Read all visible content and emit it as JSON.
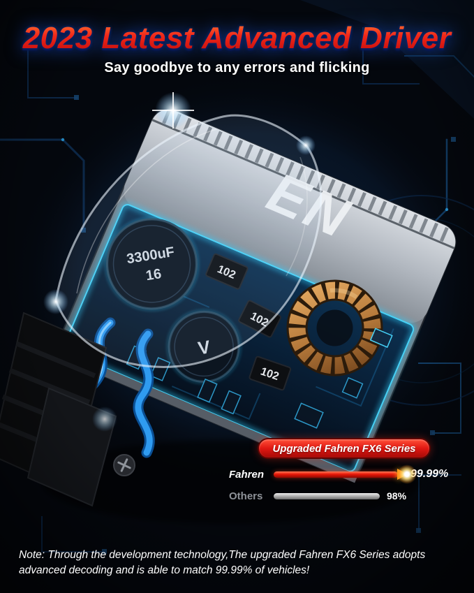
{
  "header": {
    "title": "2023 Latest Advanced Driver",
    "subtitle": "Say goodbye to any errors and flicking"
  },
  "product": {
    "logo": "EN",
    "capacitor": {
      "value": "3300uF",
      "rating": "16",
      "second_label": "V"
    },
    "chips": [
      "102",
      "102",
      "102"
    ]
  },
  "comparison": {
    "badge": "Upgraded Fahren FX6 Series",
    "rows": [
      {
        "label": "Fahren",
        "value": "99.99%"
      },
      {
        "label": "Others",
        "value": "98%"
      }
    ]
  },
  "note": "Note: Through the development technology,The upgraded Fahren FX6 Series adopts advanced decoding and is able to match 99.99% of vehicles!",
  "colors": {
    "accent_red": "#e31a10",
    "glow_cyan": "#35d2ff",
    "others_gray": "#b9b9b9"
  },
  "chart_data": {
    "type": "bar",
    "orientation": "horizontal",
    "title": "Upgraded Fahren FX6 Series",
    "categories": [
      "Fahren",
      "Others"
    ],
    "values": [
      99.99,
      98
    ],
    "value_labels": [
      "99.99%",
      "98%"
    ],
    "xlim": [
      0,
      100
    ],
    "legend": false
  }
}
